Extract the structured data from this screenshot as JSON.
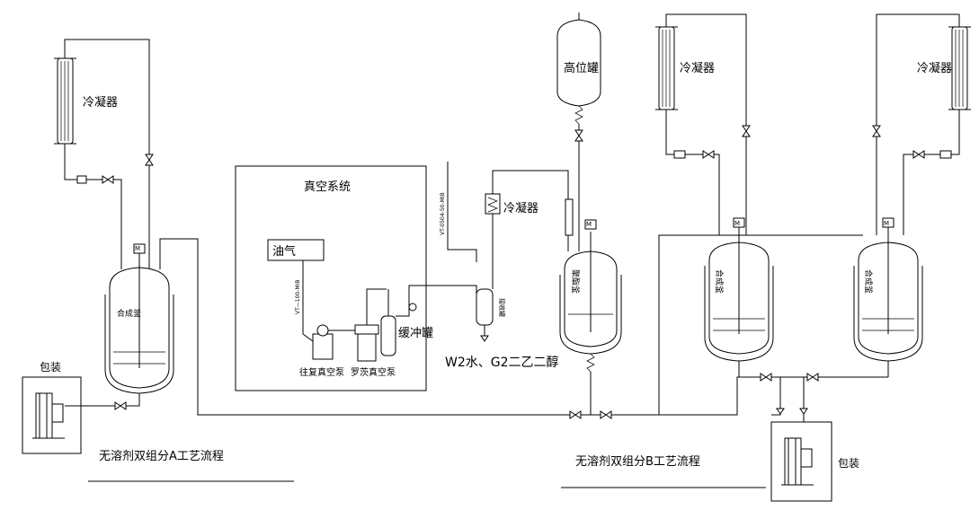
{
  "labels": {
    "condenser_a": "冷凝器",
    "condenser_v": "冷凝器",
    "condenser_b1": "冷凝器",
    "condenser_b2": "冷凝器",
    "vacuum_system": "真空系统",
    "oil_gas": "油气",
    "reciprocating_pump": "往复真空泵",
    "roots_pump": "罗茨真空泵",
    "buffer_tank": "缓冲罐",
    "receiving_tank": "接收罐",
    "high_tank": "高位罐",
    "esterification_kettle": "聚酯釜",
    "synthesis_kettle_a": "合成釜",
    "synthesis_kettle_b1": "合成釜",
    "synthesis_kettle_b2": "合成釜",
    "packaging_a": "包装",
    "packaging_b": "包装",
    "waste_note": "W2水、G2二乙二醇",
    "pipe_tag_1": "VT-0504-50-MIB",
    "pipe_tag_2": "VT—100-MIB",
    "motor_mark": "M",
    "title_a": "无溶剂双组分A工艺流程",
    "title_b": "无溶剂双组分B工艺流程"
  }
}
